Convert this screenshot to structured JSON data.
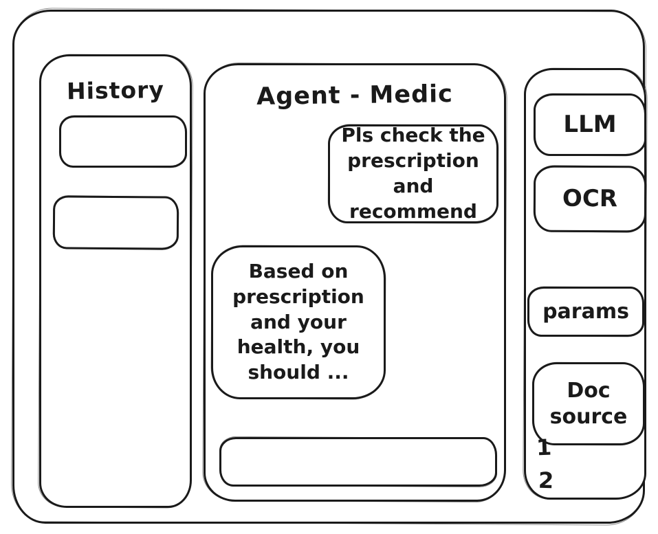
{
  "colors": {
    "ink": "#1a1a1a",
    "background": "#ffffff"
  },
  "history_sidebar": {
    "title": "History",
    "items": [
      {
        "label": ""
      },
      {
        "label": ""
      }
    ]
  },
  "chat": {
    "title": "Agent - Medic",
    "messages": [
      {
        "role": "user",
        "text": "Pls check the prescription and recommend"
      },
      {
        "role": "agent",
        "text": "Based on prescription and your health, you should ..."
      }
    ],
    "input": {
      "value": "",
      "placeholder": ""
    }
  },
  "tools_sidebar": {
    "buttons": [
      {
        "label": "LLM"
      },
      {
        "label": "OCR"
      },
      {
        "label": "params"
      },
      {
        "label": "Doc source"
      }
    ],
    "doc_source_items": [
      "1",
      "2"
    ]
  }
}
